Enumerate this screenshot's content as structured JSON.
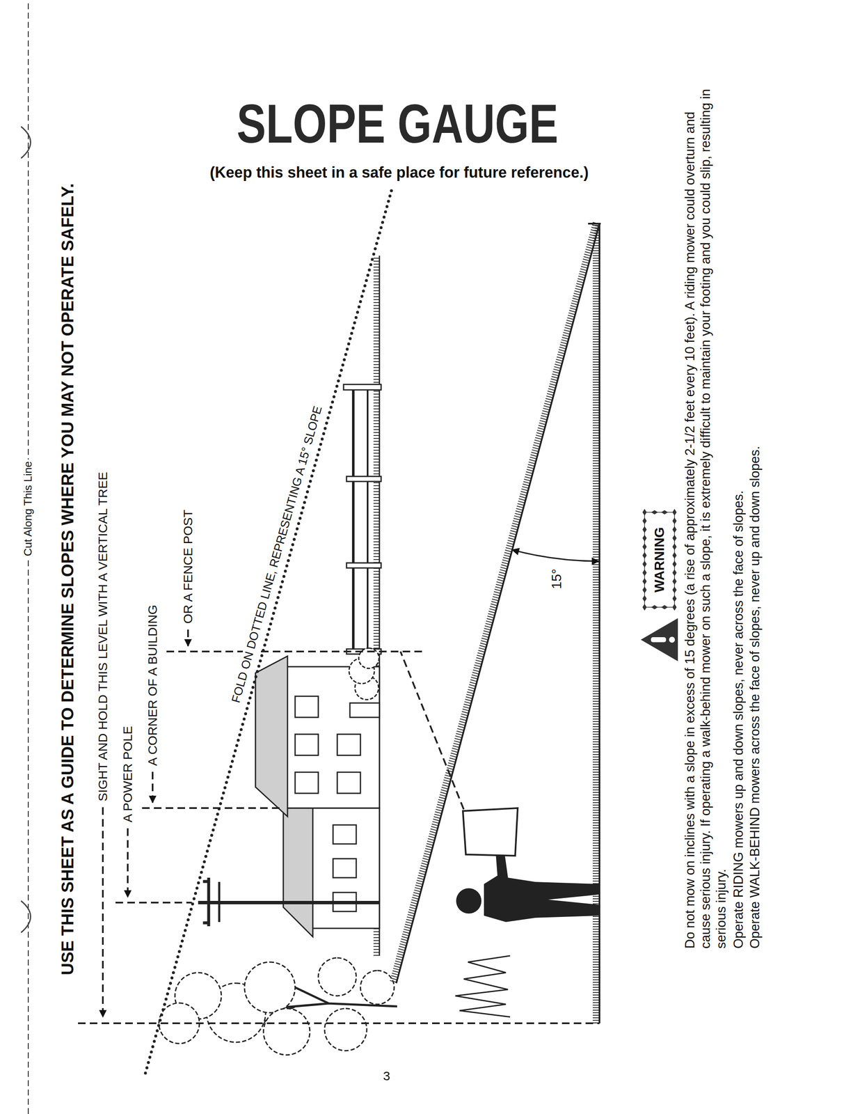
{
  "diagram": {
    "title": "SLOPE GAUGE",
    "nodes": [
      {
        "text": [
          "WARNING"
        ]
      }
    ],
    "labels": [
      "Cut Along This Line",
      "USE THIS SHEET AS A GUIDE TO DETERMINE SLOPES WHERE YOU MAY NOT OPERATE SAFELY.",
      "(Keep this sheet in a safe place for future reference.)",
      "SIGHT AND HOLD THIS LEVEL WITH A VERTICAL TREE",
      "A POWER POLE",
      "A CORNER OF A BUILDING",
      "OR A FENCE POST",
      "FOLD ON DOTTED LINE, REPRESENTING A 15° SLOPE",
      "15°",
      "Do not mow on inclines with a slope in excess of 15 degrees (a rise of approximately 2-1/2 feet every 10 feet). A riding mower could overturn and cause serious injury. If operating a walk-behind mower on such a slope, it is extremely difficult to maintain your footing and you could slip, resulting in serious injury.",
      "Operate RIDING mowers up and down slopes, never across the face of slopes.",
      "Operate WALK-BEHIND mowers across the face of slopes, never up and down slopes.",
      "3"
    ]
  }
}
